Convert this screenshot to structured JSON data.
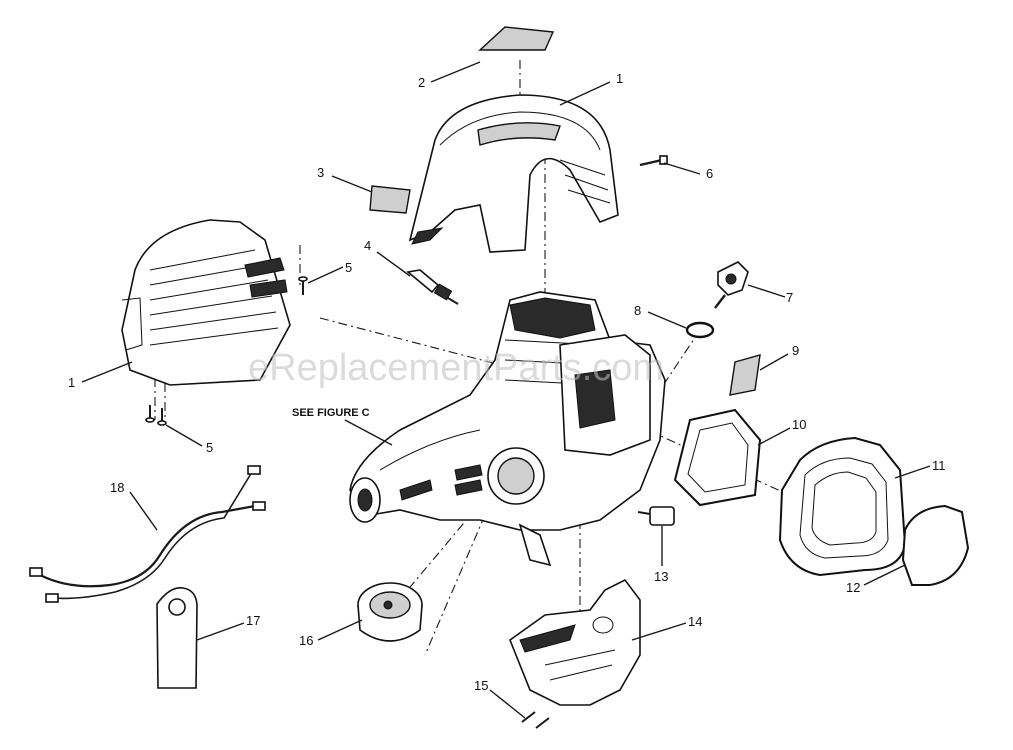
{
  "watermark": "eReplacementParts.com",
  "figure_reference": "SEE FIGURE C",
  "callouts": {
    "c1a": "1",
    "c1b": "1",
    "c2": "2",
    "c3": "3",
    "c4": "4",
    "c5a": "5",
    "c5b": "5",
    "c6": "6",
    "c7": "7",
    "c8": "8",
    "c9": "9",
    "c10": "10",
    "c11": "11",
    "c12": "12",
    "c13": "13",
    "c14": "14",
    "c15": "15",
    "c16": "16",
    "c17": "17",
    "c18": "18"
  }
}
